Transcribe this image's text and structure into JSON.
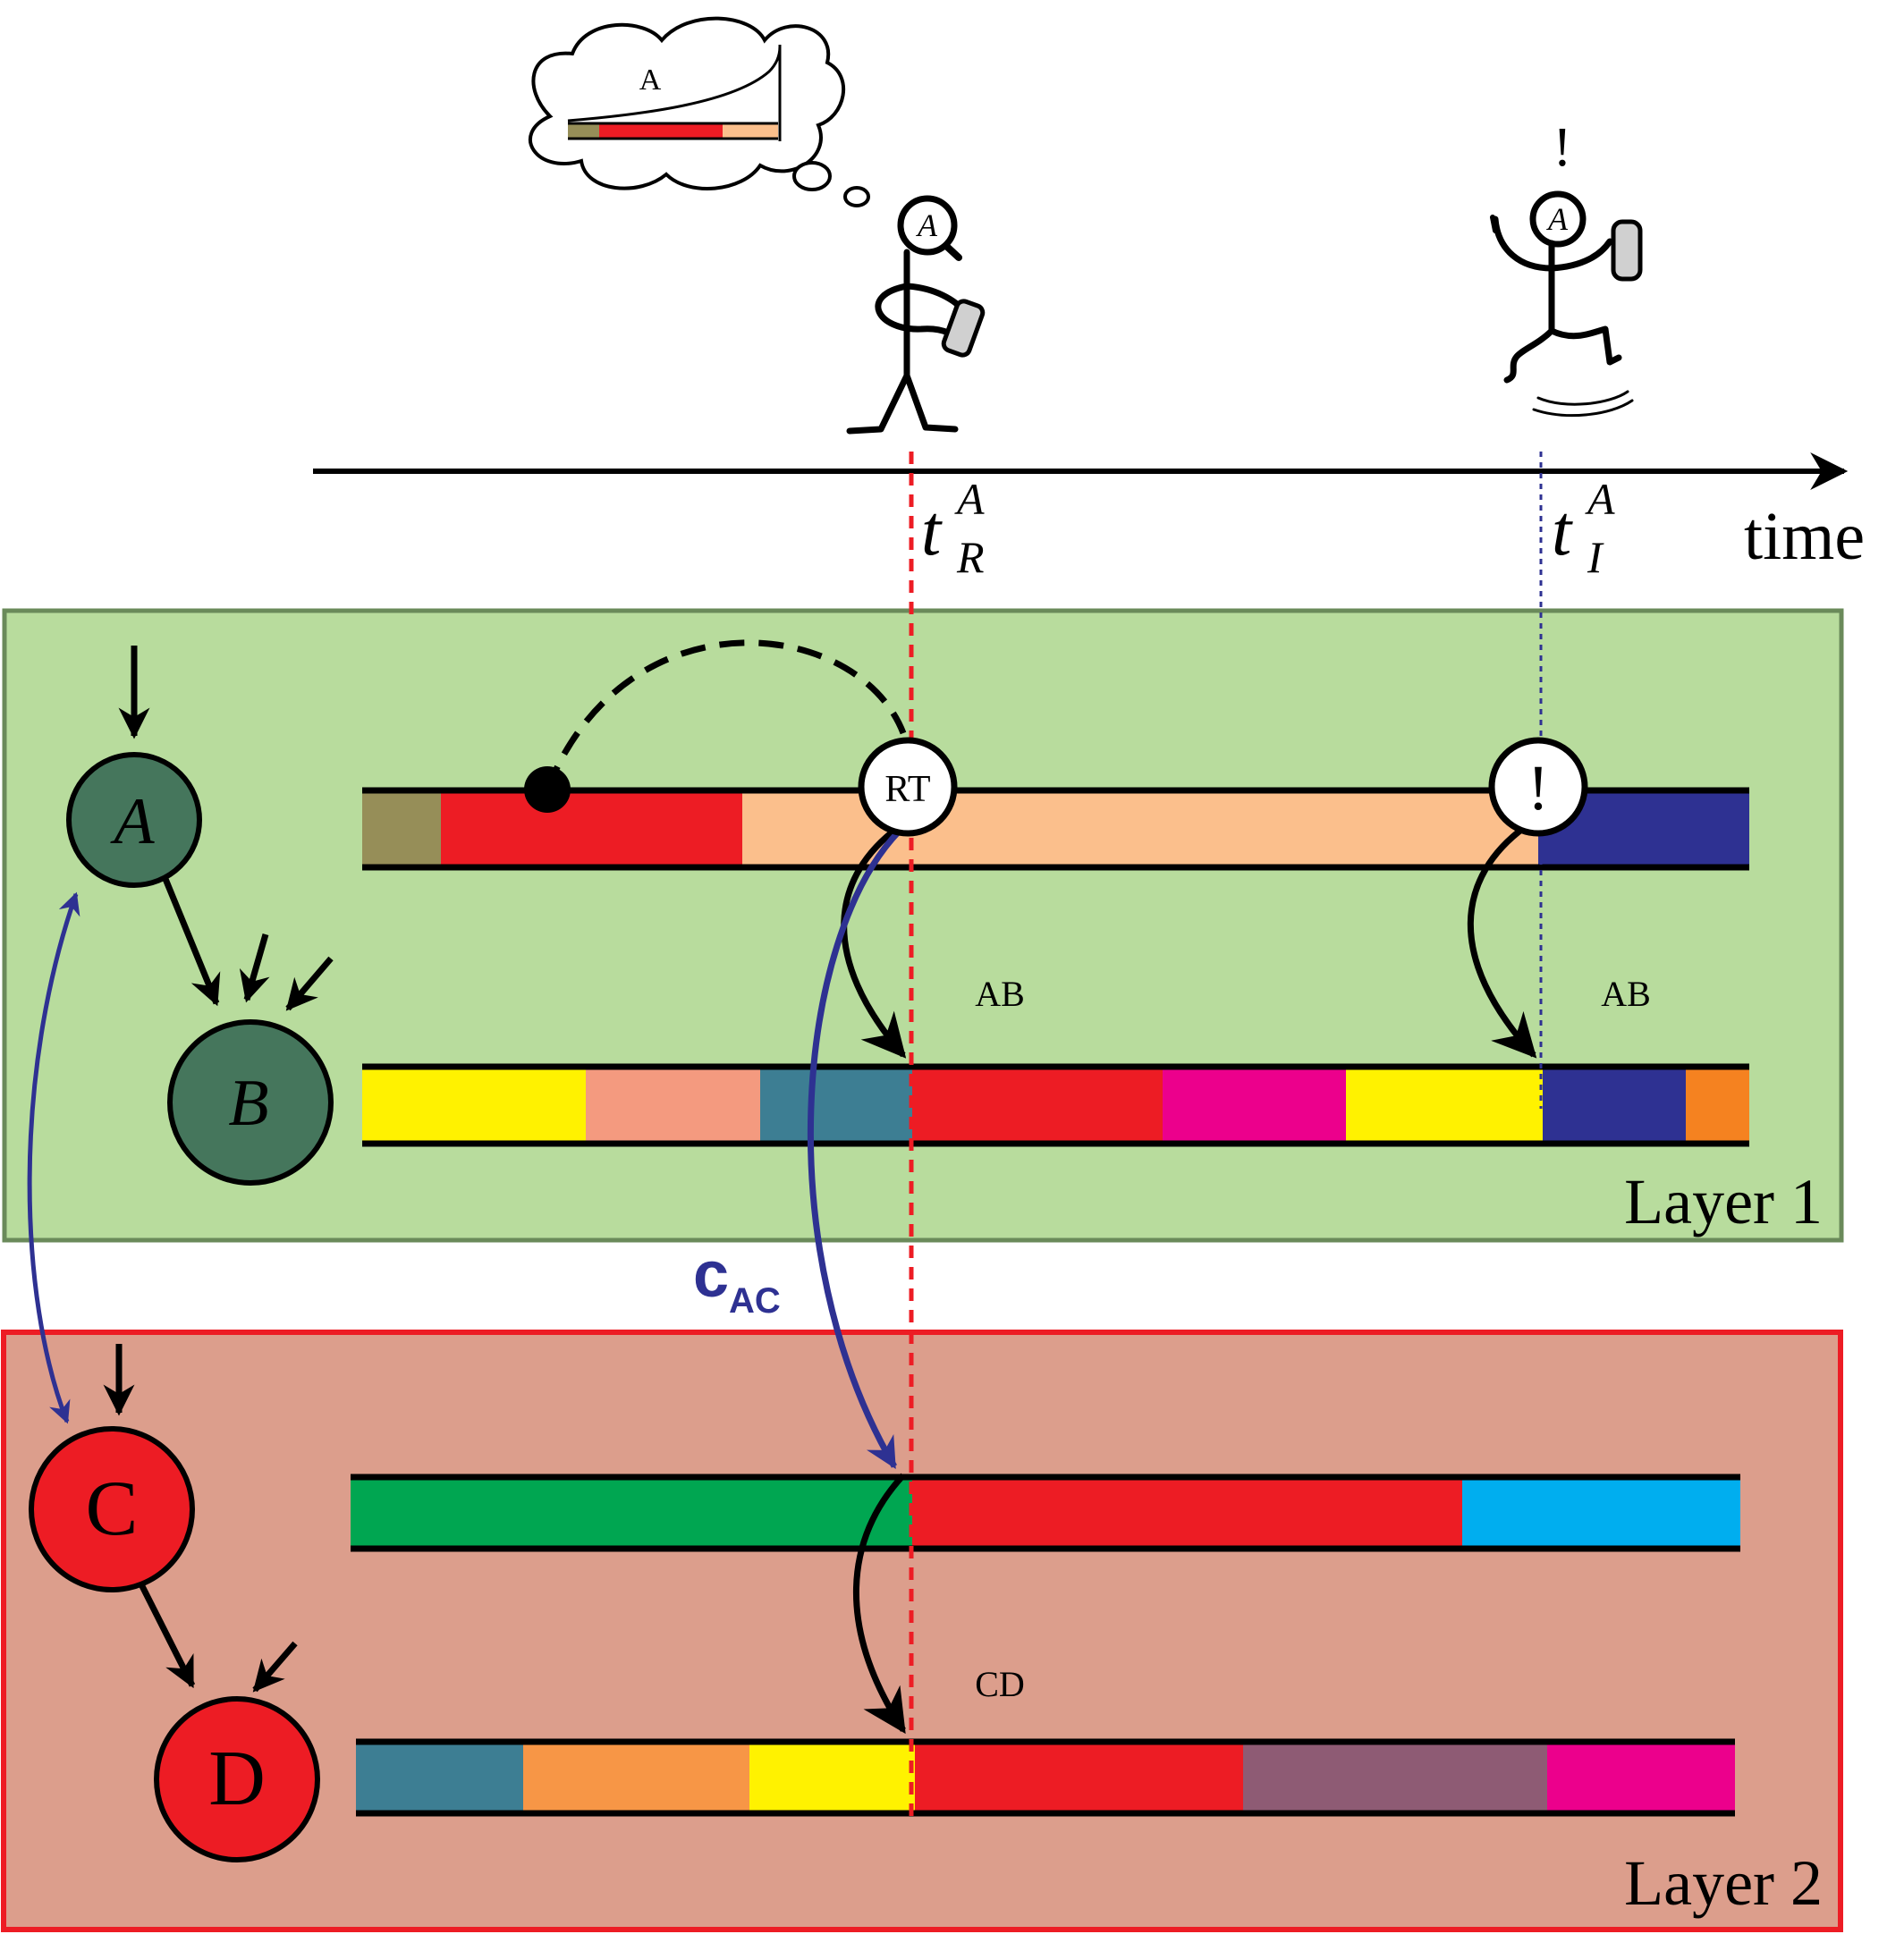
{
  "axis": {
    "time_label": "time",
    "ticks": [
      {
        "base": "t",
        "sub": "R",
        "sup": "A"
      },
      {
        "base": "t",
        "sub": "I",
        "sup": "A"
      }
    ]
  },
  "thought": {
    "label": "A",
    "bar_colors": [
      "#968e58",
      "#ed1c24",
      "#fbbf8c"
    ]
  },
  "figures": {
    "left_head": "A",
    "right_head": "A",
    "right_exclaim": "!"
  },
  "layers": [
    {
      "label": "Layer 1",
      "fill": "#b8dc9d",
      "stroke": "#6a8a5a"
    },
    {
      "label": "Layer 2",
      "fill": "#dc9e8c",
      "stroke": "#ed1c24"
    }
  ],
  "nodes": [
    {
      "label": "A",
      "fill": "#45765c"
    },
    {
      "label": "B",
      "fill": "#45765c"
    },
    {
      "label": "C",
      "fill": "#ed1c24"
    },
    {
      "label": "D",
      "fill": "#ed1c24"
    }
  ],
  "timelines": [
    {
      "name": "A",
      "segments": [
        "#968e58",
        "#ed1c24",
        "#fbbf8c",
        "#2e3192"
      ]
    },
    {
      "name": "B",
      "segments": [
        "#fff200",
        "#f49a7f",
        "#3d7e93",
        "#ed1c24",
        "#ec008c",
        "#fff200",
        "#2e3192",
        "#f58220"
      ]
    },
    {
      "name": "C",
      "segments": [
        "#00a651",
        "#ed1c24",
        "#00aeef"
      ]
    },
    {
      "name": "D",
      "segments": [
        "#3d7e93",
        "#f79646",
        "#fff200",
        "#ed1c24",
        "#8e5b74",
        "#ec008c"
      ]
    }
  ],
  "markers": {
    "rt": "RT",
    "interrupt": "!"
  },
  "edge_labels": {
    "ab_1": "AB",
    "ab_2": "AB",
    "cd": "CD",
    "coupling_base": "c",
    "coupling_sub": "AC"
  },
  "colors": {
    "coupling": "#2e3192",
    "rt_line": "#ed1c24",
    "interrupt_line": "#2e3192"
  }
}
